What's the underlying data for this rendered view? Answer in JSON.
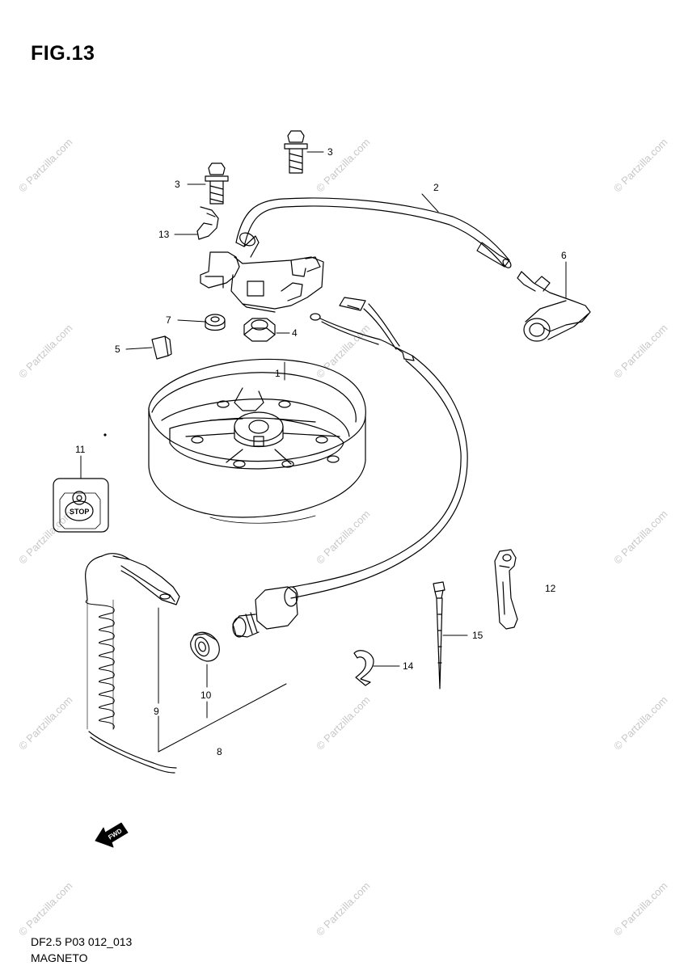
{
  "figure": {
    "title": "FIG.13",
    "code": "DF2.5 P03 012_013",
    "name": "MAGNETO"
  },
  "watermark": {
    "text": "© Partzilla.com",
    "color": "#c8c8c8"
  },
  "callouts": [
    {
      "id": "c1",
      "label": "1"
    },
    {
      "id": "c2",
      "label": "2"
    },
    {
      "id": "c3a",
      "label": "3"
    },
    {
      "id": "c3b",
      "label": "3"
    },
    {
      "id": "c4",
      "label": "4"
    },
    {
      "id": "c5",
      "label": "5"
    },
    {
      "id": "c6",
      "label": "6"
    },
    {
      "id": "c7",
      "label": "7"
    },
    {
      "id": "c8",
      "label": "8"
    },
    {
      "id": "c9",
      "label": "9"
    },
    {
      "id": "c10",
      "label": "10"
    },
    {
      "id": "c11",
      "label": "11"
    },
    {
      "id": "c12",
      "label": "12"
    },
    {
      "id": "c13",
      "label": "13"
    },
    {
      "id": "c14",
      "label": "14"
    },
    {
      "id": "c15",
      "label": "15"
    }
  ],
  "stop_switch": {
    "label": "STOP"
  },
  "forward_arrow": {
    "label": "FWD"
  }
}
